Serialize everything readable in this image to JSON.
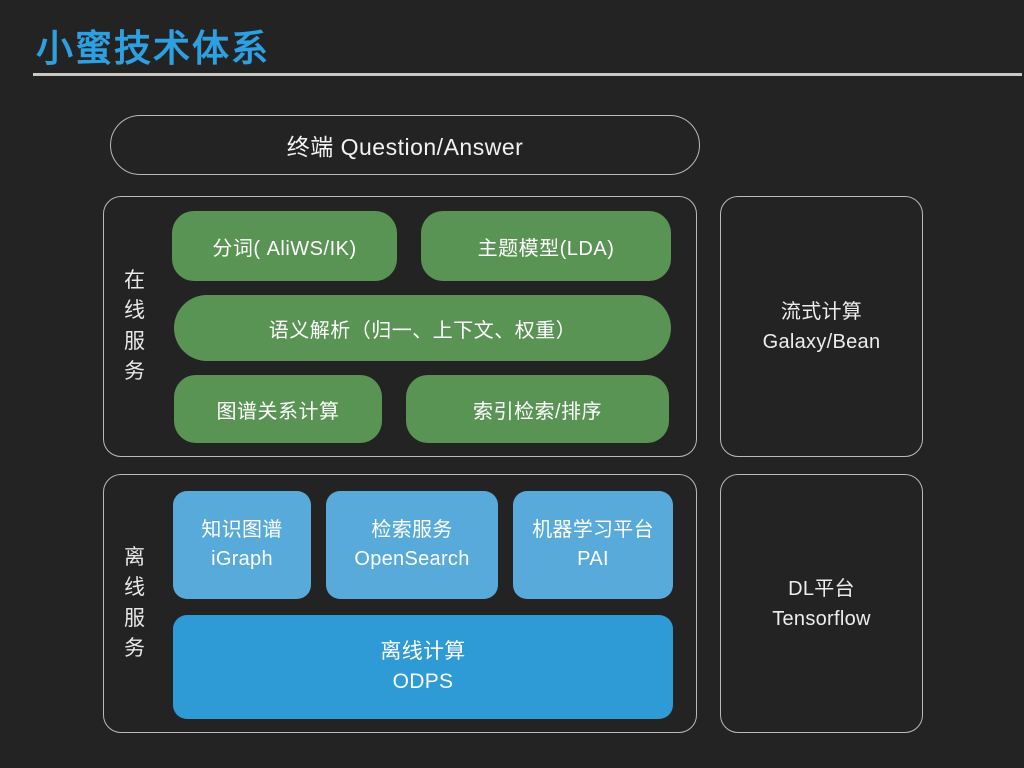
{
  "slide": {
    "title": "小蜜技术体系",
    "title_color": "#2e9fe0",
    "background_color": "#232323"
  },
  "terminal": {
    "label": "终端  Question/Answer"
  },
  "online_service": {
    "side_label_chars": [
      "在",
      "线",
      "服",
      "务"
    ],
    "accent_color": "#5a9455",
    "items": [
      {
        "label": "分词( AliWS/IK)"
      },
      {
        "label": "主题模型(LDA)"
      },
      {
        "label": "语义解析（归一、上下文、权重）"
      },
      {
        "label": "图谱关系计算"
      },
      {
        "label": "索引检索/排序"
      }
    ]
  },
  "offline_service": {
    "side_label_chars": [
      "离",
      "线",
      "服",
      "务"
    ],
    "accent_color": "#57aada",
    "accent_color_strong": "#2e9bd6",
    "items": [
      {
        "line1": "知识图谱",
        "line2": "iGraph"
      },
      {
        "line1": "检索服务",
        "line2": "OpenSearch"
      },
      {
        "line1": "机器学习平台",
        "line2": "PAI"
      },
      {
        "line1": "离线计算",
        "line2": "ODPS"
      }
    ]
  },
  "right_panels": [
    {
      "line1": "流式计算",
      "line2": "Galaxy/Bean"
    },
    {
      "line1": "DL平台",
      "line2": "Tensorflow"
    }
  ]
}
